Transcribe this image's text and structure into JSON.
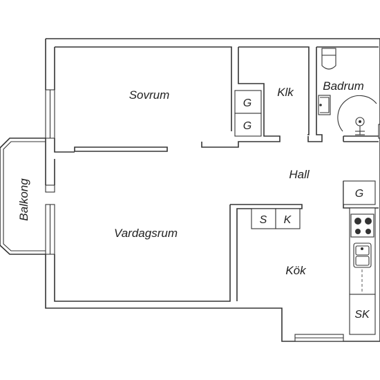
{
  "floor_plan": {
    "rooms": {
      "sovrum": "Sovrum",
      "klk": "Klk",
      "badrum": "Badrum",
      "hall": "Hall",
      "vardagsrum": "Vardagsrum",
      "kok": "Kök",
      "balkong": "Balkong"
    },
    "fixtures": {
      "wardrobe_1": "G",
      "wardrobe_2": "G",
      "hall_wardrobe": "G",
      "cabinet_s": "S",
      "cabinet_k": "K",
      "fridge_freezer": "SK"
    },
    "colors": {
      "wall": "#333333",
      "background": "#ffffff"
    }
  }
}
